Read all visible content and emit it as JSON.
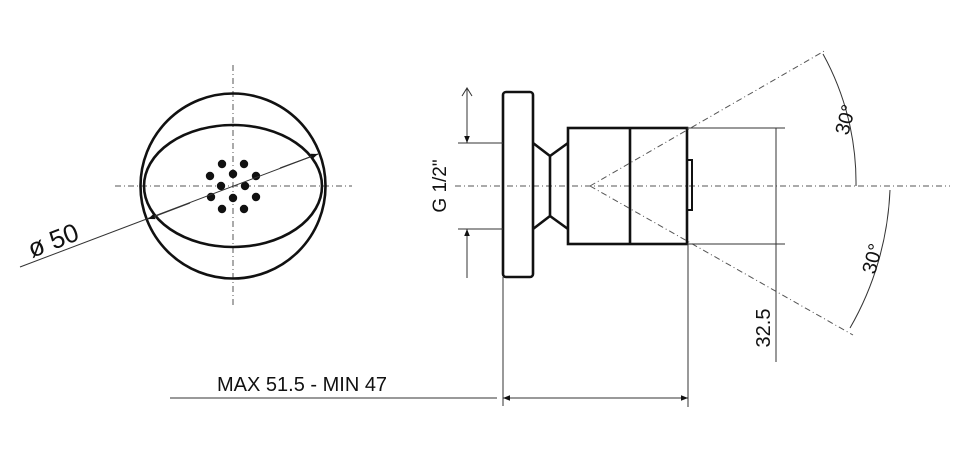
{
  "drawing": {
    "front_view": {
      "diameter_label": "ø 50",
      "nozzle_count": 12
    },
    "side_view": {
      "thread_label": "G 1/2\"",
      "length_label": "MAX 51.5 - MIN 47",
      "offset_label": "32.5",
      "angle_up_label": "30°",
      "angle_down_label": "30°"
    }
  }
}
